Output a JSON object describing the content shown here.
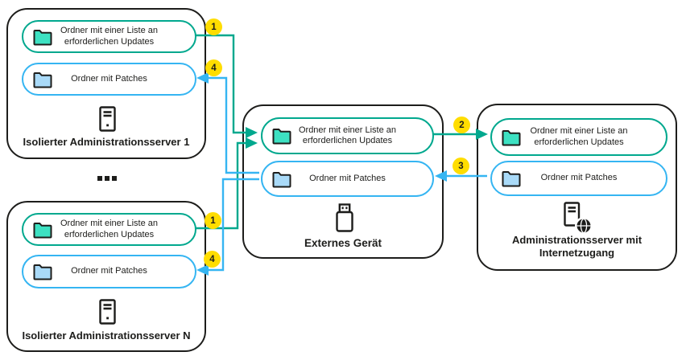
{
  "colors": {
    "ink": "#1D1D1B",
    "arrow_green": "#00A88E",
    "arrow_blue": "#35B5F2",
    "folder_green_fill": "#3DE1C2",
    "folder_blue_fill": "#A9DAF8",
    "badge_yellow": "#FFDD00"
  },
  "badges": {
    "step_1_top": "1",
    "step_4_top": "4",
    "step_1_bottom": "1",
    "step_4_bottom": "4",
    "step_2": "2",
    "step_3": "3"
  },
  "ellipsis": "...",
  "nodes": {
    "isolated_1": {
      "updates": "Ordner mit einer Liste an erforderlichen Updates",
      "patches": "Ordner mit Patches",
      "title": "Isolierter Administrationsserver 1"
    },
    "isolated_n": {
      "updates": "Ordner mit einer Liste an erforderlichen Updates",
      "patches": "Ordner mit Patches",
      "title": "Isolierter Administrationsserver N"
    },
    "external_device": {
      "updates": "Ordner mit einer Liste an erforderlichen Updates",
      "patches": "Ordner mit Patches",
      "title": "Externes Gerät"
    },
    "internet_server": {
      "updates": "Ordner mit einer Liste an erforderlichen Updates",
      "patches": "Ordner mit Patches",
      "title": "Administrationsserver mit Internetzugang"
    }
  }
}
